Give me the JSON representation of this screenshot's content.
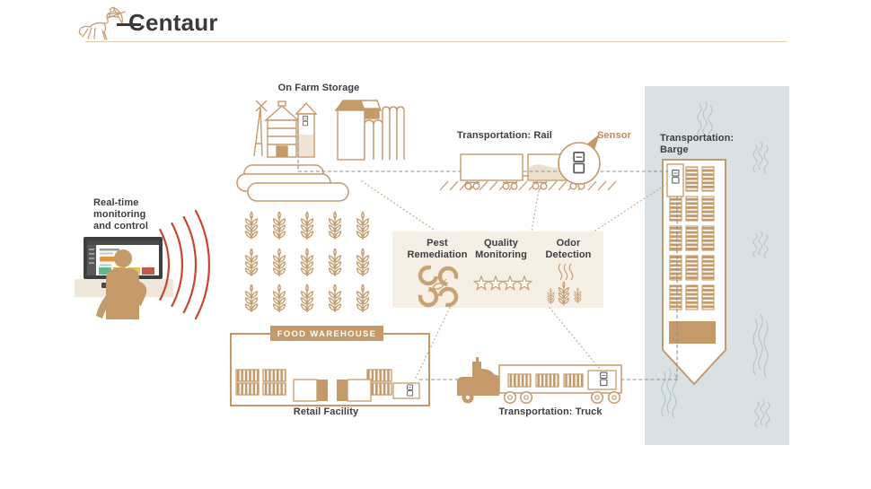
{
  "logo": {
    "brand": "Centaur"
  },
  "nodes": {
    "farm_storage": {
      "label": "On Farm Storage"
    },
    "rail": {
      "label": "Transportation: Rail"
    },
    "rail_sensor": {
      "label": "Sensor"
    },
    "barge": {
      "label": "Transportation: Barge"
    },
    "monitoring": {
      "label": "Real-time monitoring and control"
    },
    "warehouse": {
      "banner": "FOOD WAREHOUSE",
      "label": "Retail Facility"
    },
    "truck": {
      "label": "Transportation: Truck"
    }
  },
  "services": {
    "pest": {
      "label": "Pest Remediation"
    },
    "quality": {
      "label": "Quality Monitoring",
      "stars": 4
    },
    "odor": {
      "label": "Odor Detection"
    }
  },
  "colors": {
    "tan": "#C49A6B",
    "tan_light": "#EDE0CB",
    "cream_panel": "#F5EFE6",
    "water": "#D9E1E4",
    "wave": "#B3C4CA",
    "signal_red": "#C7472E",
    "text_dark": "#3E3E3E",
    "sensor_label": "#BE8A5C",
    "dash_gray": "#8F8F8F",
    "screen_green": "#5FB98D",
    "screen_orange": "#E8A33B",
    "screen_yellow": "#E5C14F",
    "screen_red": "#C4574A"
  }
}
